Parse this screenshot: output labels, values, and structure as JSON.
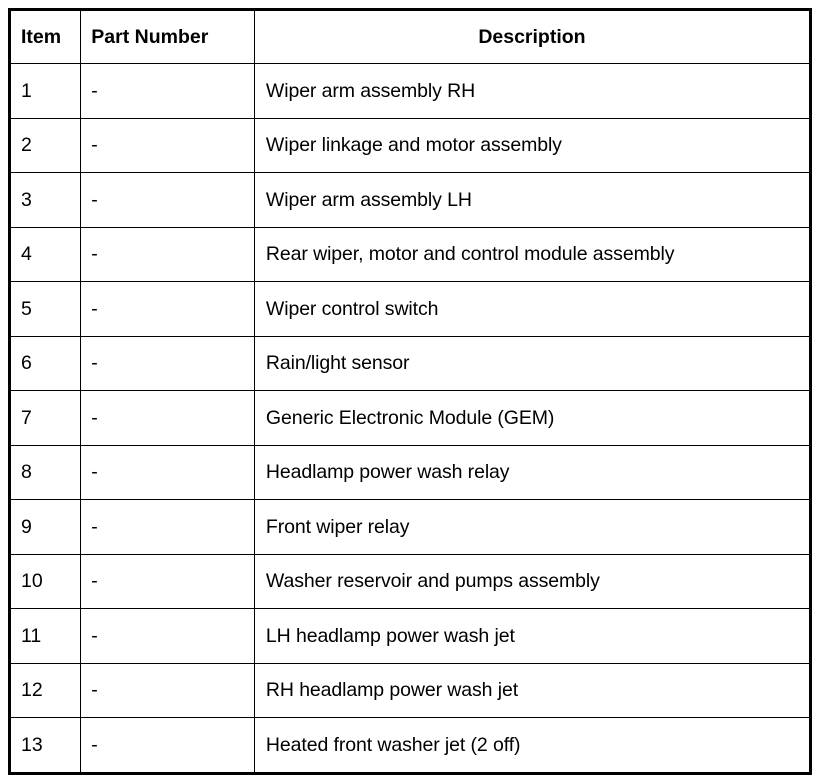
{
  "table": {
    "columns": [
      {
        "key": "item",
        "label": "Item",
        "align": "left"
      },
      {
        "key": "part_number",
        "label": "Part Number",
        "align": "left"
      },
      {
        "key": "description",
        "label": "Description",
        "align": "center"
      }
    ],
    "rows": [
      {
        "item": "1",
        "part_number": "-",
        "description": "Wiper arm assembly RH"
      },
      {
        "item": "2",
        "part_number": "-",
        "description": "Wiper linkage and motor assembly"
      },
      {
        "item": "3",
        "part_number": "-",
        "description": "Wiper arm assembly LH"
      },
      {
        "item": "4",
        "part_number": "-",
        "description": "Rear wiper, motor and control module assembly"
      },
      {
        "item": "5",
        "part_number": "-",
        "description": "Wiper control switch"
      },
      {
        "item": "6",
        "part_number": "-",
        "description": "Rain/light sensor"
      },
      {
        "item": "7",
        "part_number": "-",
        "description": "Generic Electronic Module (GEM)"
      },
      {
        "item": "8",
        "part_number": "-",
        "description": "Headlamp power wash relay"
      },
      {
        "item": "9",
        "part_number": "-",
        "description": "Front wiper relay"
      },
      {
        "item": "10",
        "part_number": "-",
        "description": "Washer reservoir and pumps assembly"
      },
      {
        "item": "11",
        "part_number": "-",
        "description": "LH headlamp power wash jet"
      },
      {
        "item": "12",
        "part_number": "-",
        "description": "RH headlamp power wash jet"
      },
      {
        "item": "13",
        "part_number": "-",
        "description": "Heated front washer jet (2 off)"
      }
    ]
  },
  "colors": {
    "border": "#000000",
    "text": "#000000",
    "background": "#ffffff"
  }
}
